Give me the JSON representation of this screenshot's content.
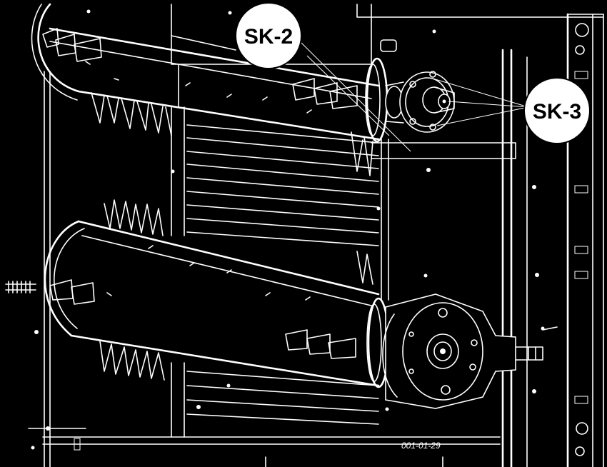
{
  "diagram": {
    "callouts": [
      {
        "id": "sk-2",
        "label": "SK-2"
      },
      {
        "id": "sk-3",
        "label": "SK-3"
      }
    ],
    "figure_id": "001-01-29",
    "colors": {
      "background": "#000000",
      "line": "#ffffff"
    }
  }
}
